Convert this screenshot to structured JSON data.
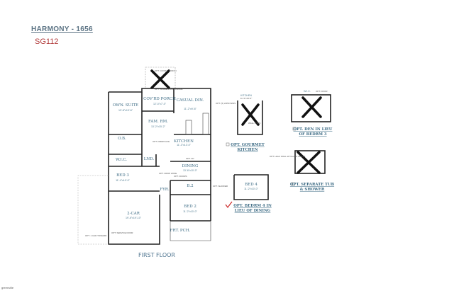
{
  "header": {
    "title": "HARMONY - 1656",
    "code": "SG112"
  },
  "first_floor": {
    "label": "FIRST FLOOR",
    "rooms": [
      {
        "name": "OWN. SUITE",
        "dims": "13'-8\"x13'-6\""
      },
      {
        "name": "COV'RD PORCH",
        "dims": "12'-0\"x7'-0\""
      },
      {
        "name": "CASUAL DIN.",
        "dims": "11'-2\"x9'-8\""
      },
      {
        "name": "FAM. RM.",
        "dims": "13'-2\"x15'-2\""
      },
      {
        "name": "KITCHEN",
        "dims": "11'-3\"x13'-0\""
      },
      {
        "name": "O.B.",
        "dims": ""
      },
      {
        "name": "W.I.C.",
        "dims": ""
      },
      {
        "name": "LND.",
        "dims": ""
      },
      {
        "name": "DINING",
        "dims": "13'-6\"x10'-0\""
      },
      {
        "name": "BED 3",
        "dims": "11'-4\"x10'-0\""
      },
      {
        "name": "FYR.",
        "dims": ""
      },
      {
        "name": "B.2",
        "dims": ""
      },
      {
        "name": "BED 2",
        "dims": "11'-2\"x10'-0\""
      },
      {
        "name": "2-CAR",
        "dims": "19'-6\"x19'-10\""
      },
      {
        "name": "FRT. PCH.",
        "dims": ""
      }
    ],
    "option_notes": [
      "OPT. COVR'D PORCH",
      "OPT. SCREEN ENCLOSURE",
      "OPT. (5) 2/250 WINS",
      "OPT. FIREPLACE",
      "OPT. 36\"",
      "OPT. DROP ZONE",
      "OPT. DOORS",
      "OPT. SHOWER",
      "OPT. SERVICE DOOR",
      "OPT. 1 CAR TOWARD"
    ]
  },
  "options": [
    {
      "label": "OPT. GOURMET KITCHEN",
      "room": "KITCHEN",
      "dims": "11'-3\"x13'-0\"",
      "note": "WALL OVEN",
      "checked": false
    },
    {
      "label": "OPT. DEN IN LIEU OF BEDRM 3",
      "room": "W.I.C.",
      "note": "OPT. DOOR",
      "checked": false
    },
    {
      "label": "OPT. SEPARATE TUB & SHOWER",
      "note": "OPT. HALF WALL W/ GLASS ABOVE",
      "checked": false
    },
    {
      "label": "OPT. BEDRM 4 IN LIEU OF DINING",
      "room": "BED 4",
      "dims": "11'-2\"x10'-0\"",
      "checked": true
    }
  ],
  "footer": {
    "logo_text": "greenville"
  },
  "colors": {
    "label": "#3f6d86",
    "title": "#5a7283",
    "code": "#b13a3a",
    "check": "#cc2a2a"
  }
}
